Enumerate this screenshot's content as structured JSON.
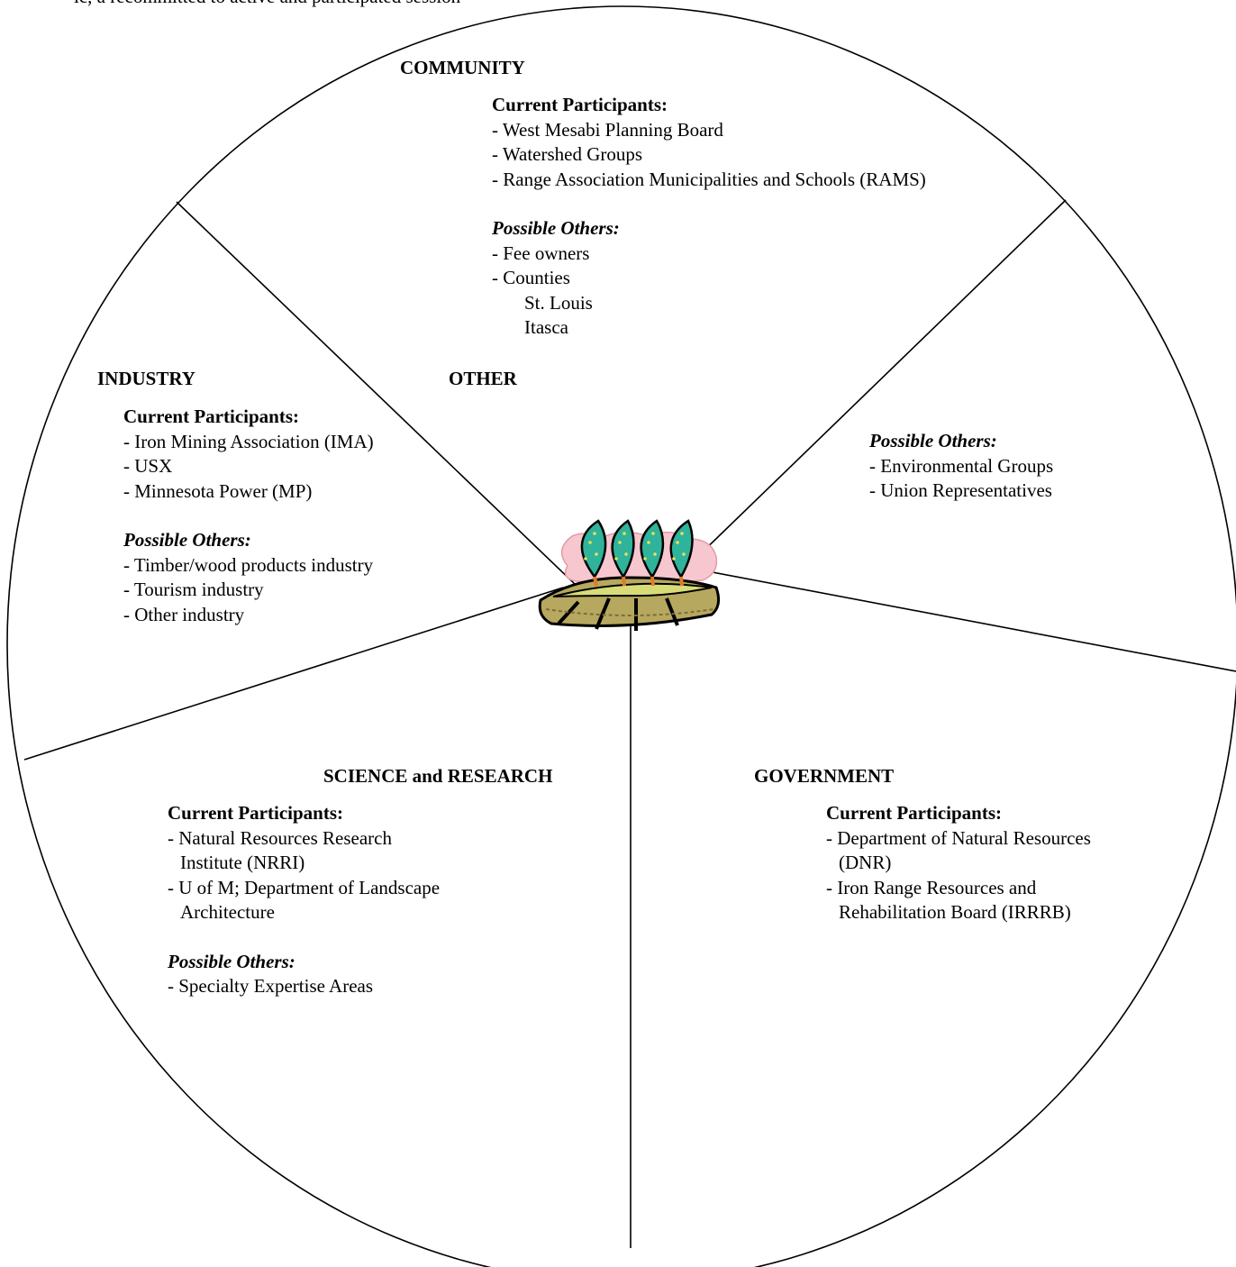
{
  "top_text_fragment": "ic, a recommitted to active and participated session",
  "community": {
    "heading": "COMMUNITY",
    "current_label": "Current Participants:",
    "current": [
      "- West Mesabi Planning Board",
      "- Watershed Groups",
      "- Range Association Municipalities and Schools (RAMS)"
    ],
    "possible_label": "Possible Others:",
    "possible": [
      "- Fee owners",
      "- Counties"
    ],
    "counties": [
      "St. Louis",
      "Itasca"
    ]
  },
  "other": {
    "heading": "OTHER",
    "possible_label": "Possible Others:",
    "possible": [
      "- Environmental Groups",
      "- Union Representatives"
    ]
  },
  "industry": {
    "heading": "INDUSTRY",
    "current_label": "Current Participants:",
    "current": [
      "- Iron Mining Association (IMA)",
      "- USX",
      "- Minnesota Power (MP)"
    ],
    "possible_label": "Possible Others:",
    "possible": [
      "- Timber/wood products industry",
      "- Tourism industry",
      "- Other industry"
    ]
  },
  "science": {
    "heading": "SCIENCE and RESEARCH",
    "current_label": "Current Participants:",
    "current": [
      "- Natural Resources Research",
      "Institute (NRRI)",
      "- U of M; Department of Landscape",
      "Architecture"
    ],
    "possible_label": "Possible Others:",
    "possible": [
      "- Specialty Expertise Areas"
    ]
  },
  "government": {
    "heading": "GOVERNMENT",
    "current_label": "Current Participants:",
    "current": [
      "- Department of Natural Resources",
      "(DNR)",
      "- Iron Range Resources and",
      "Rehabilitation Board (IRRRB)"
    ]
  },
  "center_icon": "trees-on-land-icon"
}
